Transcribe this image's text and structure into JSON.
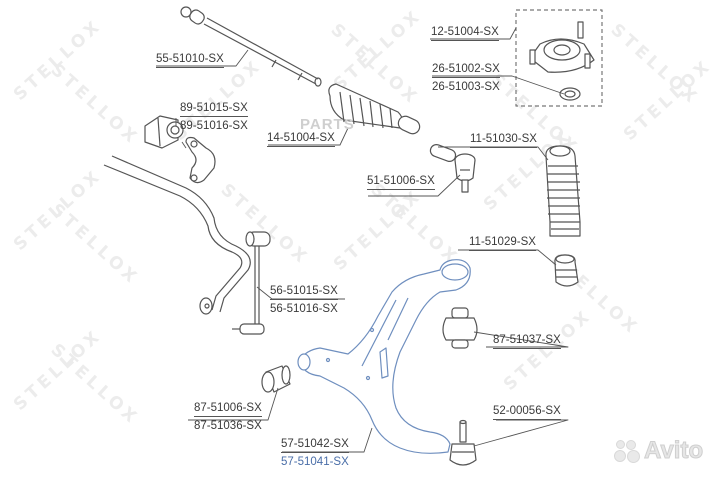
{
  "diagram": {
    "brand_watermark": "STELLOX",
    "overlay_watermark": "PARTS",
    "marketplace_watermark": "Avito",
    "labels": [
      {
        "id": "tie_rod_inner",
        "text": "55-51010-SX"
      },
      {
        "id": "strut_mount",
        "text": "12-51004-SX"
      },
      {
        "id": "strut_bearing_1",
        "text": "26-51002-SX"
      },
      {
        "id": "strut_bearing_2",
        "text": "26-51003-SX"
      },
      {
        "id": "stabilizer_bushing_1",
        "text": "89-51015-SX"
      },
      {
        "id": "stabilizer_bushing_2",
        "text": "89-51016-SX"
      },
      {
        "id": "steering_boot",
        "text": "14-51004-SX"
      },
      {
        "id": "shock_boot",
        "text": "11-51030-SX"
      },
      {
        "id": "tie_rod_end",
        "text": "51-51006-SX"
      },
      {
        "id": "bump_stop",
        "text": "11-51029-SX"
      },
      {
        "id": "stabilizer_link_1",
        "text": "56-51015-SX"
      },
      {
        "id": "stabilizer_link_2",
        "text": "56-51016-SX"
      },
      {
        "id": "rear_arm_bushing",
        "text": "87-51037-SX"
      },
      {
        "id": "front_arm_bushing_1",
        "text": "87-51006-SX"
      },
      {
        "id": "front_arm_bushing_2",
        "text": "87-51036-SX"
      },
      {
        "id": "ball_joint",
        "text": "52-00056-SX"
      },
      {
        "id": "control_arm_1",
        "text": "57-51042-SX"
      },
      {
        "id": "control_arm_2",
        "text": "57-51041-SX"
      }
    ],
    "colors": {
      "line": "#555555",
      "label_text": "#3a3a3a",
      "label_alt": "#4a6ea8",
      "watermark": "#ececec",
      "arm_outline": "#6f8fbf"
    }
  }
}
